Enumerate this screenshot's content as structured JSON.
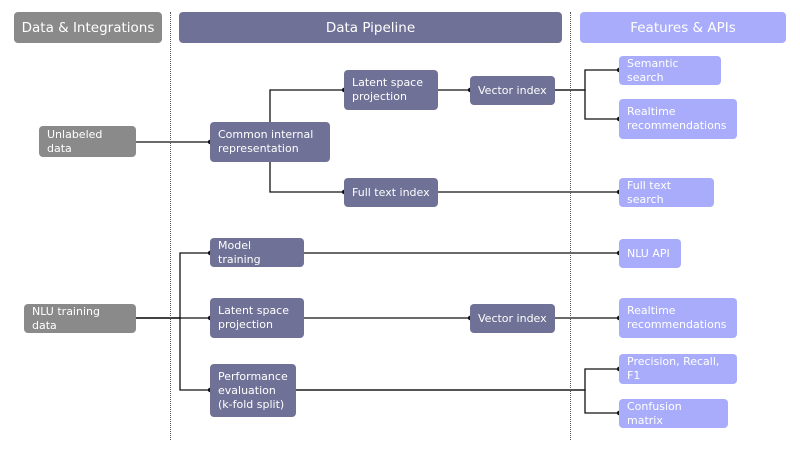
{
  "columns": {
    "sources": "Data & Integrations",
    "pipeline": "Data Pipeline",
    "features": "Features & APIs"
  },
  "sources": {
    "unlabeled": "Unlabeled data",
    "nlu_training": "NLU training data"
  },
  "pipeline": {
    "common_representation": "Common internal\nrepresentation",
    "latent_projection_1": "Latent space\nprojection",
    "vector_index_1": "Vector index",
    "full_text_index": "Full text index",
    "model_training": "Model training",
    "latent_projection_2": "Latent space\nprojection",
    "vector_index_2": "Vector index",
    "performance_evaluation": "Performance\nevaluation\n(k-fold split)"
  },
  "features": {
    "semantic_search": "Semantic search",
    "realtime_recs_1": "Realtime\nrecommendations",
    "full_text_search": "Full text search",
    "nlu_api": "NLU API",
    "realtime_recs_2": "Realtime\nrecommendations",
    "precision_recall": "Precision, Recall, F1",
    "confusion_matrix": "Confusion matrix"
  },
  "colors": {
    "source_node": "#8a8a8a",
    "pipeline_node": "#6f7196",
    "feature_node": "#a8acfb",
    "connector": "#111111"
  }
}
